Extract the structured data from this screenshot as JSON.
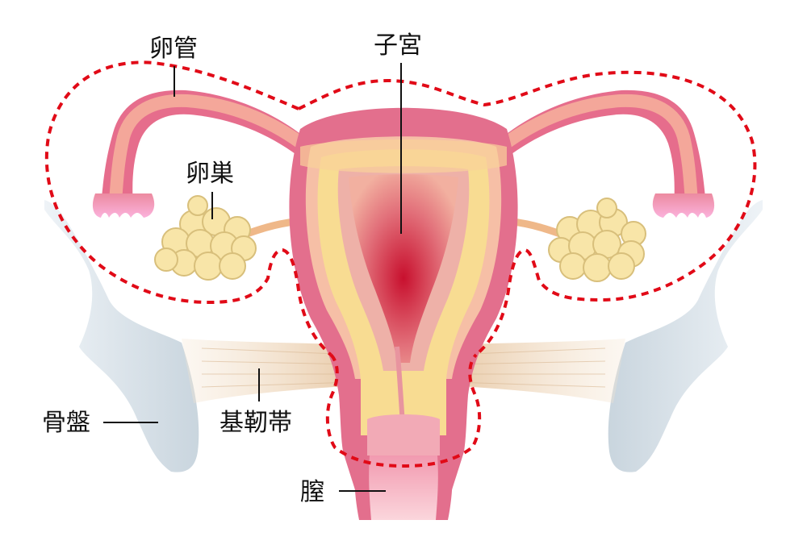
{
  "labels": {
    "fallopian_tube": "卵管",
    "uterus": "子宮",
    "ovary": "卵巣",
    "pelvis": "骨盤",
    "ligament": "基靭帯",
    "vagina": "膣"
  },
  "colors": {
    "uterus_wall": "#e36f8d",
    "uterus_inner": "#f4b7a0",
    "tissue_yellow": "#f8dc92",
    "cavity_red": "#c01831",
    "tube_pink": "#ef8fa3",
    "fimbria_pink": "#f49ac6",
    "ovary_cream": "#f7e4a6",
    "ovary_stroke": "#d7bd78",
    "bone": "#dfe7ee",
    "ligament": "#ead1b5",
    "dashed_outline": "#e10a17",
    "label_line": "#111111"
  }
}
